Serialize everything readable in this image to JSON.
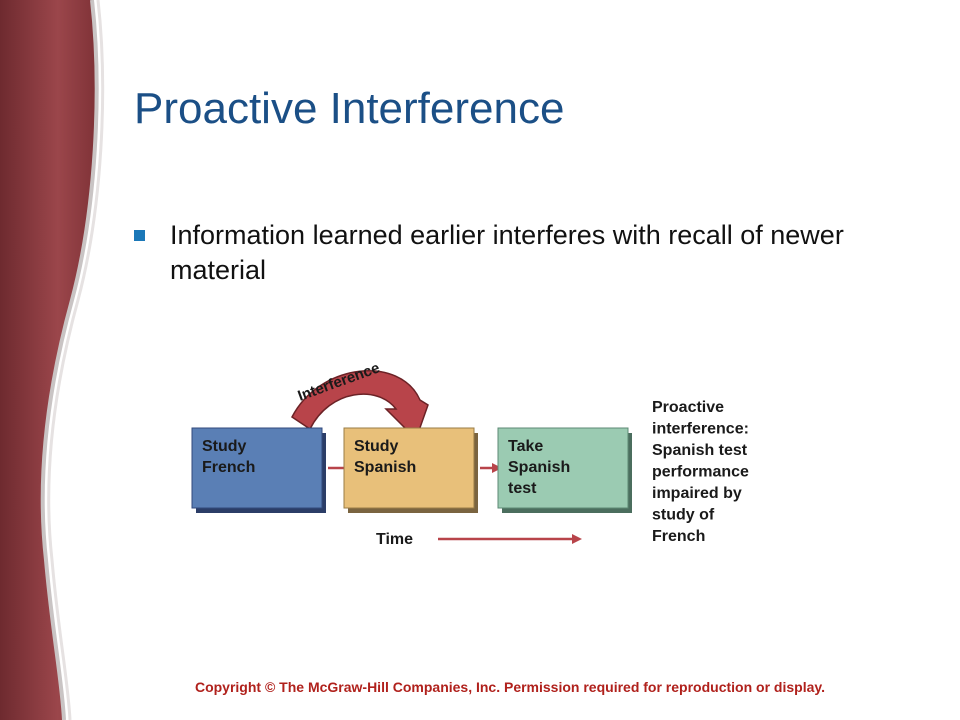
{
  "slide": {
    "title": "Proactive Interference",
    "bullets": [
      "Information learned earlier interferes with recall of newer material"
    ],
    "copyright": "Copyright © The McGraw-Hill Companies, Inc. Permission required for reproduction or display."
  },
  "diagram": {
    "arrow_label": "Interference",
    "box1": [
      "Study",
      "French"
    ],
    "box2": [
      "Study",
      "Spanish"
    ],
    "box3": [
      "Take",
      "Spanish",
      "test"
    ],
    "time_label": "Time",
    "caption": [
      "Proactive",
      "interference:",
      "Spanish test",
      "performance",
      "impaired by",
      "study of",
      "French"
    ]
  },
  "colors": {
    "band": "#8f3a3f",
    "title": "#1b4f86",
    "bullet": "#1b78b8",
    "box1": "#5a7fb5",
    "box2": "#e8c07a",
    "box3": "#9bcbb2",
    "arrow": "#b8444a",
    "copyright": "#b0211c"
  }
}
